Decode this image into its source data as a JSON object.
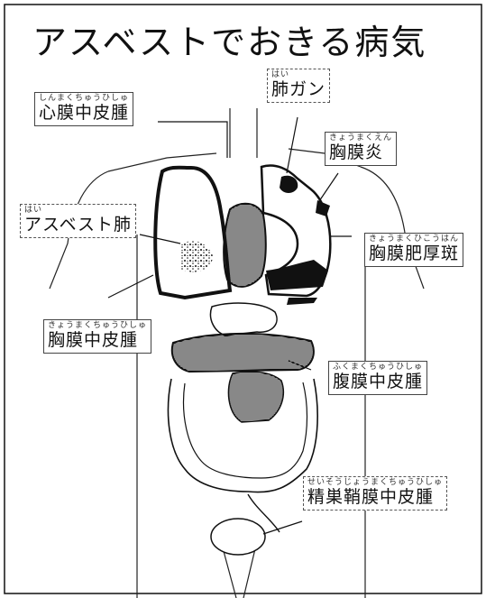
{
  "title": "アスベストでおきる病気",
  "labels": {
    "pericardial": {
      "reading": "しんまくちゅうひしゅ",
      "name": "心膜中皮腫"
    },
    "lung_cancer": {
      "reading": "はい",
      "name": "肺ガン"
    },
    "pleurisy": {
      "reading": "きょうまくえん",
      "name": "胸膜炎"
    },
    "asbestosis": {
      "reading": "はい",
      "name": "アスベスト肺"
    },
    "pleural_plaque": {
      "reading": "きょうまくひこうはん",
      "name": "胸膜肥厚斑"
    },
    "pleural_meso": {
      "reading": "きょうまくちゅうひしゅ",
      "name": "胸膜中皮腫"
    },
    "peritoneal_meso": {
      "reading": "ふくまくちゅうひしゅ",
      "name": "腹膜中皮腫"
    },
    "testicular_meso": {
      "reading": "せいそうじょうまくちゅうひしゅ",
      "name": "精巣鞘膜中皮腫"
    }
  },
  "colors": {
    "ink": "#111111",
    "paper": "#ffffff"
  }
}
